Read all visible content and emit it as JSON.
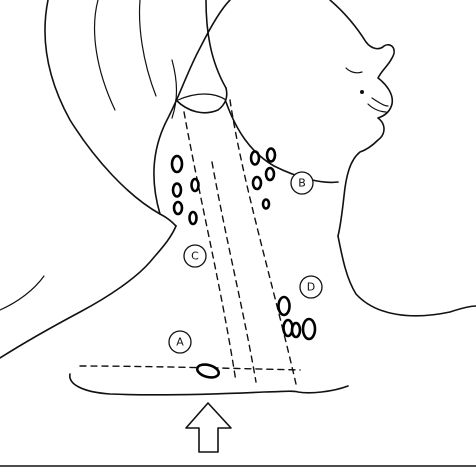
{
  "diagram": {
    "region_labels": {
      "A": "A",
      "B": "B",
      "C": "C",
      "D": "D"
    }
  }
}
